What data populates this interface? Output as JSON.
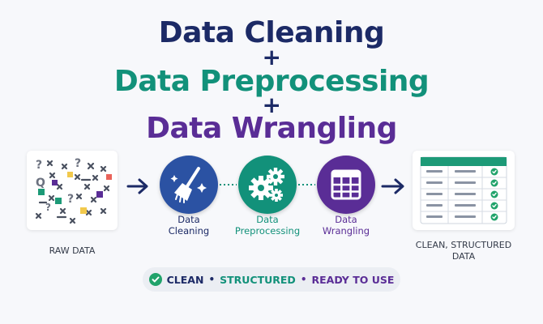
{
  "colors": {
    "navy": "#1c2a66",
    "green": "#12917a",
    "purple": "#5a2d96",
    "blue": "#2b52a3",
    "table_header": "#1d9a77",
    "check": "#21a36b",
    "text_dark": "#333a48"
  },
  "title": {
    "line1": "Data Cleaning",
    "plus1": "+",
    "line2": "Data Preprocessing",
    "plus2": "+",
    "line3": "Data Wrangling"
  },
  "raw": {
    "label": "RAW DATA"
  },
  "steps": [
    {
      "label": "Data\nCleaning",
      "icon": "broom-icon"
    },
    {
      "label": "Data\nPreprocessing",
      "icon": "gears-icon"
    },
    {
      "label": "Data\nWrangling",
      "icon": "grid-table-icon"
    }
  ],
  "result": {
    "label": "CLEAN, STRUCTURED\nDATA",
    "rows": 5
  },
  "footer": {
    "clean": "CLEAN",
    "sep1": "•",
    "structured": "STRUCTURED",
    "sep2": "•",
    "ready": "READY TO USE"
  }
}
